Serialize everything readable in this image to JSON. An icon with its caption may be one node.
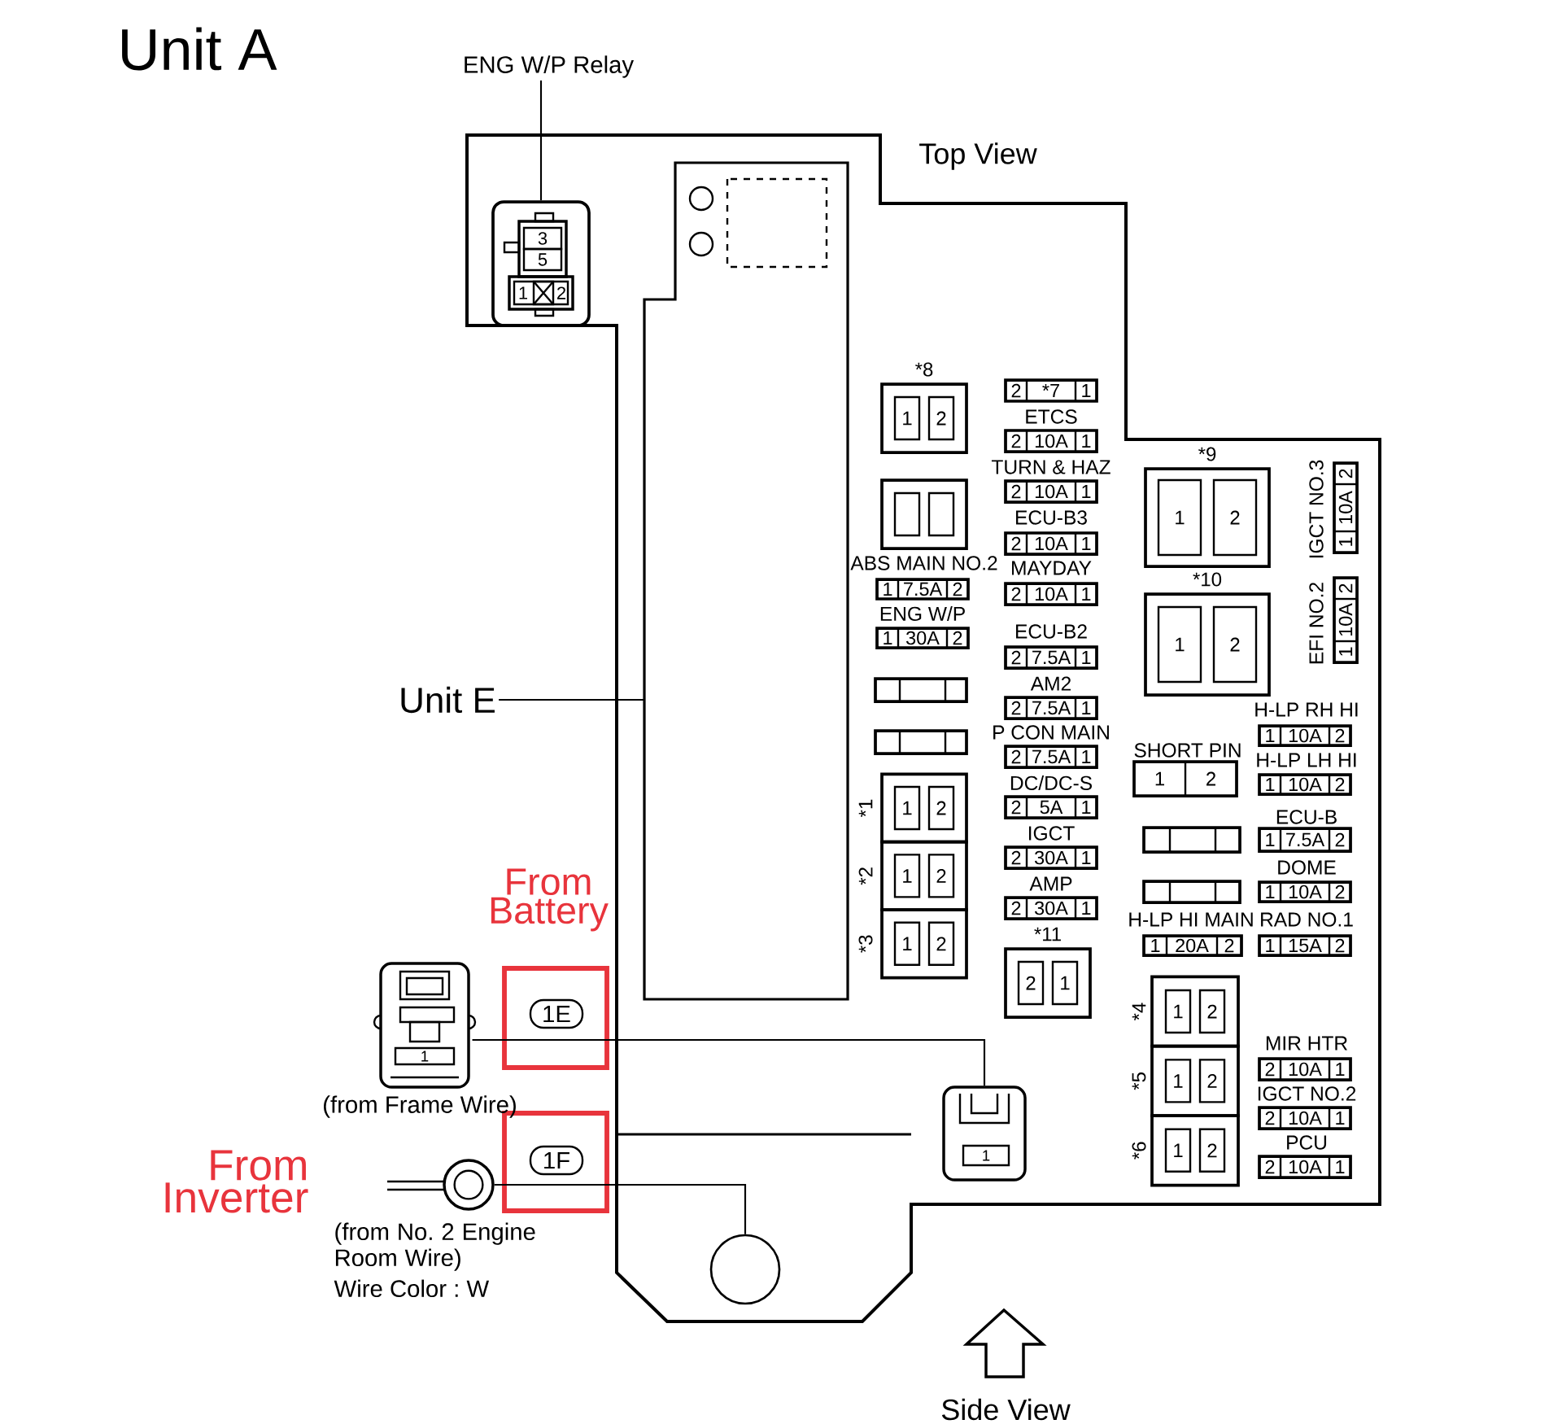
{
  "diagram": {
    "title": "Unit A",
    "nodes": [
      {
        "text": [
          "ENG W/P Relay"
        ]
      },
      {
        "text": [
          "3",
          "5",
          "1",
          "2"
        ]
      },
      {
        "text": [
          "Unit E"
        ]
      },
      {
        "text": [],
        "shape": "box"
      },
      {
        "text": [
          "*8",
          "1",
          "2"
        ]
      },
      {
        "text": [],
        "shape": "box"
      },
      {
        "text": [
          "ABS MAIN NO.2",
          "1",
          "7.5A",
          "2"
        ]
      },
      {
        "text": [
          "ENG W/P",
          "1",
          "30A",
          "2"
        ]
      },
      {
        "text": [],
        "shape": "box"
      },
      {
        "text": [],
        "shape": "box"
      },
      {
        "text": [
          "*1",
          "1",
          "2"
        ]
      },
      {
        "text": [
          "*2",
          "1",
          "2"
        ]
      },
      {
        "text": [
          "*3",
          "1",
          "2"
        ]
      },
      {
        "text": [
          "2",
          "*7",
          "1"
        ]
      },
      {
        "text": [
          "ETCS",
          "2",
          "10A",
          "1"
        ]
      },
      {
        "text": [
          "TURN & HAZ",
          "2",
          "10A",
          "1"
        ]
      },
      {
        "text": [
          "ECU-B3",
          "2",
          "10A",
          "1"
        ]
      },
      {
        "text": [
          "MAYDAY",
          "2",
          "10A",
          "1"
        ]
      },
      {
        "text": [
          "ECU-B2",
          "2",
          "7.5A",
          "1"
        ]
      },
      {
        "text": [
          "AM2",
          "2",
          "7.5A",
          "1"
        ]
      },
      {
        "text": [
          "P CON MAIN",
          "2",
          "7.5A",
          "1"
        ]
      },
      {
        "text": [
          "DC/DC-S",
          "2",
          "5A",
          "1"
        ]
      },
      {
        "text": [
          "IGCT",
          "2",
          "30A",
          "1"
        ]
      },
      {
        "text": [
          "AMP",
          "2",
          "30A",
          "1"
        ]
      },
      {
        "text": [
          "*11",
          "2",
          "1"
        ]
      },
      {
        "text": [
          "*9",
          "1",
          "2"
        ]
      },
      {
        "text": [
          "*10",
          "1",
          "2"
        ]
      },
      {
        "text": [
          "IGCT NO.3",
          "1",
          "10A",
          "2"
        ]
      },
      {
        "text": [
          "EFI NO.2",
          "1",
          "10A",
          "2"
        ]
      },
      {
        "text": [
          "H-LP RH HI",
          "1",
          "10A",
          "2"
        ]
      },
      {
        "text": [
          "SHORT PIN",
          "1",
          "2"
        ]
      },
      {
        "text": [
          "H-LP LH HI",
          "1",
          "10A",
          "2"
        ]
      },
      {
        "text": [],
        "shape": "box"
      },
      {
        "text": [
          "ECU-B",
          "1",
          "7.5A",
          "2"
        ]
      },
      {
        "text": [],
        "shape": "box"
      },
      {
        "text": [
          "DOME",
          "1",
          "10A",
          "2"
        ]
      },
      {
        "text": [
          "H-LP HI MAIN",
          "1",
          "20A",
          "2"
        ]
      },
      {
        "text": [
          "RAD NO.1",
          "1",
          "15A",
          "2"
        ]
      },
      {
        "text": [
          "*4",
          "1",
          "2"
        ]
      },
      {
        "text": [
          "*5",
          "1",
          "2"
        ]
      },
      {
        "text": [
          "*6",
          "1",
          "2"
        ]
      },
      {
        "text": [
          "MIR HTR",
          "2",
          "10A",
          "1"
        ]
      },
      {
        "text": [
          "IGCT NO.2",
          "2",
          "10A",
          "1"
        ]
      },
      {
        "text": [
          "PCU",
          "2",
          "10A",
          "1"
        ]
      },
      {
        "text": [
          "1"
        ],
        "beside": [
          "(from Frame Wire)"
        ]
      },
      {
        "text": [
          "1"
        ]
      },
      {
        "text": [],
        "shape": "circle",
        "beside": [
          "(from No. 2 Engine Room Wire)",
          "Wire Color : W"
        ]
      },
      {
        "text": [],
        "shape": "circle"
      }
    ],
    "edges": [
      {
        "from": 0,
        "to": 1,
        "arrow": "none"
      },
      {
        "from": 2,
        "to": 3,
        "arrow": "none"
      },
      {
        "from": 44,
        "to": 45,
        "arrow": "none",
        "label": "1E"
      },
      {
        "from": 46,
        "to": 47,
        "arrow": "none",
        "label": "1F"
      }
    ],
    "labels": [
      "Top View",
      "From Battery",
      "From Inverter",
      "Side View"
    ]
  }
}
